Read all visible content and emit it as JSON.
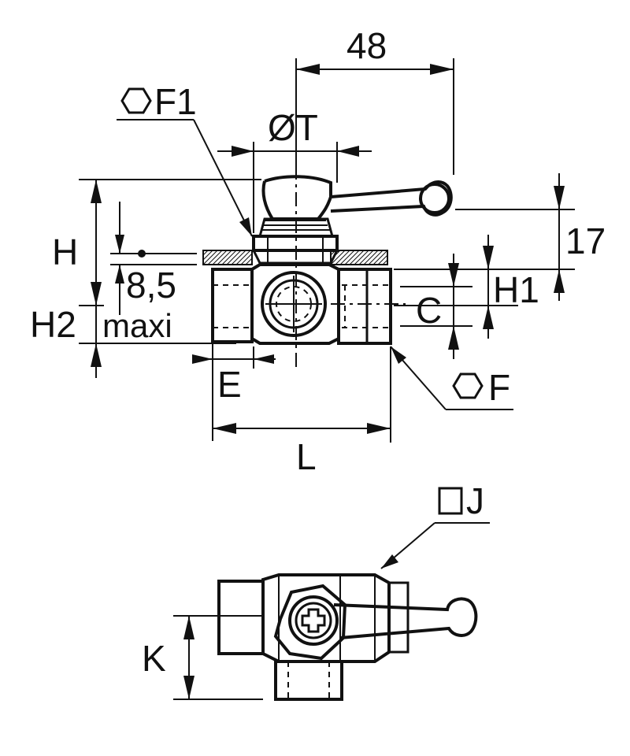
{
  "labels": {
    "dim_48": "48",
    "hex_f1": "F1",
    "dia_t": "ØT",
    "h": "H",
    "dim_17": "17",
    "dim_8_5": "8,5",
    "h1": "H1",
    "c": "C",
    "h2": "H2",
    "maxi": "maxi",
    "e": "E",
    "hex_f": "F",
    "l": "L",
    "square_j": "J",
    "k": "K"
  },
  "colors": {
    "ink": "#111111",
    "background": "#ffffff"
  },
  "icons": [
    "hexagon-icon",
    "square-icon"
  ]
}
